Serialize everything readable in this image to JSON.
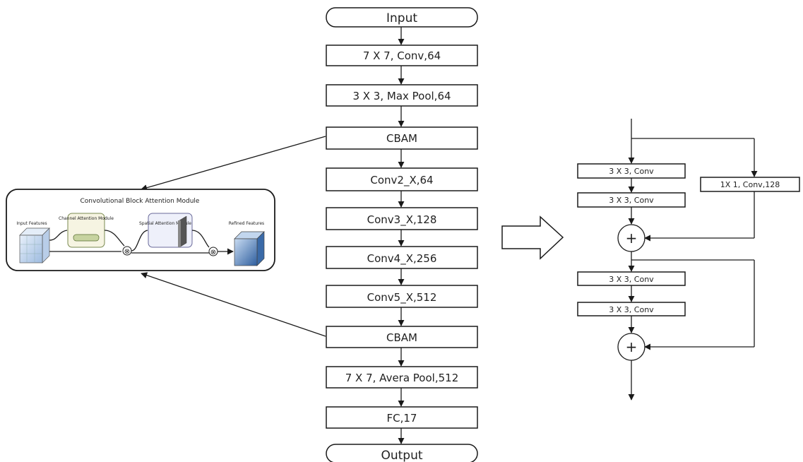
{
  "main_flow": {
    "input": "Input",
    "layers": [
      "7 X 7, Conv,64",
      "3 X 3, Max Pool,64",
      "CBAM",
      "Conv2_X,64",
      "Conv3_X,128",
      "Conv4_X,256",
      "Conv5_X,512",
      "CBAM",
      "7 X 7, Avera Pool,512",
      "FC,17"
    ],
    "output": "Output"
  },
  "cbam_module": {
    "title": "Convolutional Block Attention Module",
    "input_features": "Input Features",
    "channel_module": "Channel Attention Module",
    "spatial_module": "Spatial Attention Module",
    "refined_features": "Refined Features",
    "multiply_symbol": "⊗"
  },
  "residual_block": {
    "block1_conv1": "3 X 3, Conv",
    "block1_conv2": "3 X 3, Conv",
    "shortcut": "1X 1, Conv,128",
    "block2_conv1": "3 X 3, Conv",
    "block2_conv2": "3 X 3, Conv",
    "add_symbol": "+"
  },
  "colors": {
    "stroke": "#1a1a1a",
    "cube_light": "#d6e4f3",
    "cube_dark": "#4f7fc0",
    "channel_box": "#f6f4e2",
    "spatial_box": "#eef0fa"
  }
}
